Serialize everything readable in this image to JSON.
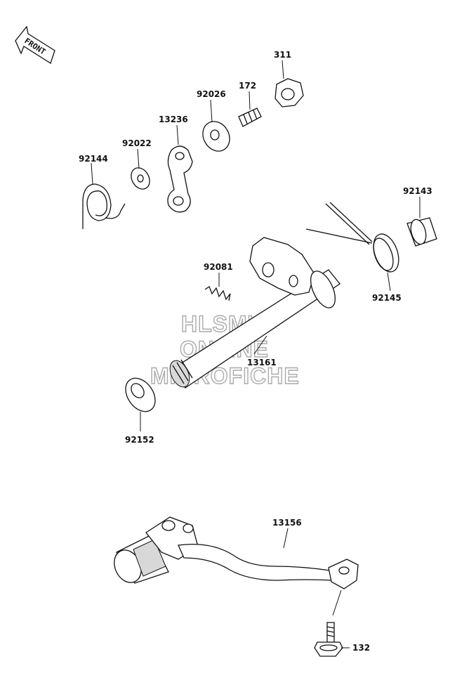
{
  "front_arrow": {
    "label": "FRONT",
    "icon": "front-arrow-icon"
  },
  "watermark": [
    "HLSM'S",
    "ONLINE",
    "MICROFICHE"
  ],
  "parts": {
    "p311": "311",
    "p172": "172",
    "p92026": "92026",
    "p13236": "13236",
    "p92022": "92022",
    "p92144": "92144",
    "p92143": "92143",
    "p92081": "92081",
    "p92145": "92145",
    "p13161": "13161",
    "p92152": "92152",
    "p13156": "13156",
    "p132": "132"
  },
  "colors": {
    "ink": "#111111",
    "watermark": "#aaaaaa",
    "background": "#ffffff"
  }
}
